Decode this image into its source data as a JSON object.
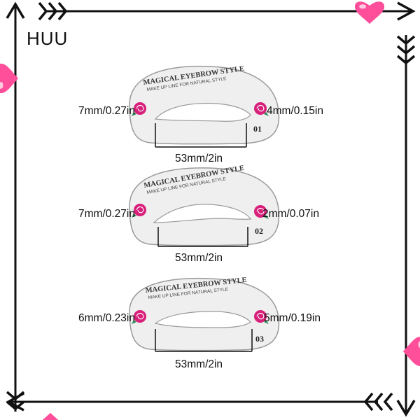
{
  "brand": "HUU",
  "colors": {
    "frame": "#111111",
    "heart": "#ff4f9a",
    "heart_highlight": "#ffe3ee",
    "rose": "#d8207a",
    "stencil_fill": "#efefef",
    "stencil_edge": "#9a9a9a"
  },
  "stencils": [
    {
      "title": "MAGICAL EYEBROW STYLE",
      "subtitle": "MAKE UP LINE FOR NATURAL STYLE",
      "number": "01",
      "left_measure": "7mm/0.27in",
      "right_measure": "4mm/0.15in",
      "width_measure": "53mm/2in"
    },
    {
      "title": "MAGICAL EYEBROW STYLE",
      "subtitle": "MAKE UP LINE FOR NATURAL STYLE",
      "number": "02",
      "left_measure": "7mm/0.27in",
      "right_measure": "2mm/0.07in",
      "width_measure": "53mm/2in"
    },
    {
      "title": "MAGICAL EYEBROW STYLE",
      "subtitle": "MAKE UP LINE FOR NATURAL STYLE",
      "number": "03",
      "left_measure": "6mm/0.23in",
      "right_measure": "5mm/0.19in",
      "width_measure": "53mm/2in"
    }
  ]
}
